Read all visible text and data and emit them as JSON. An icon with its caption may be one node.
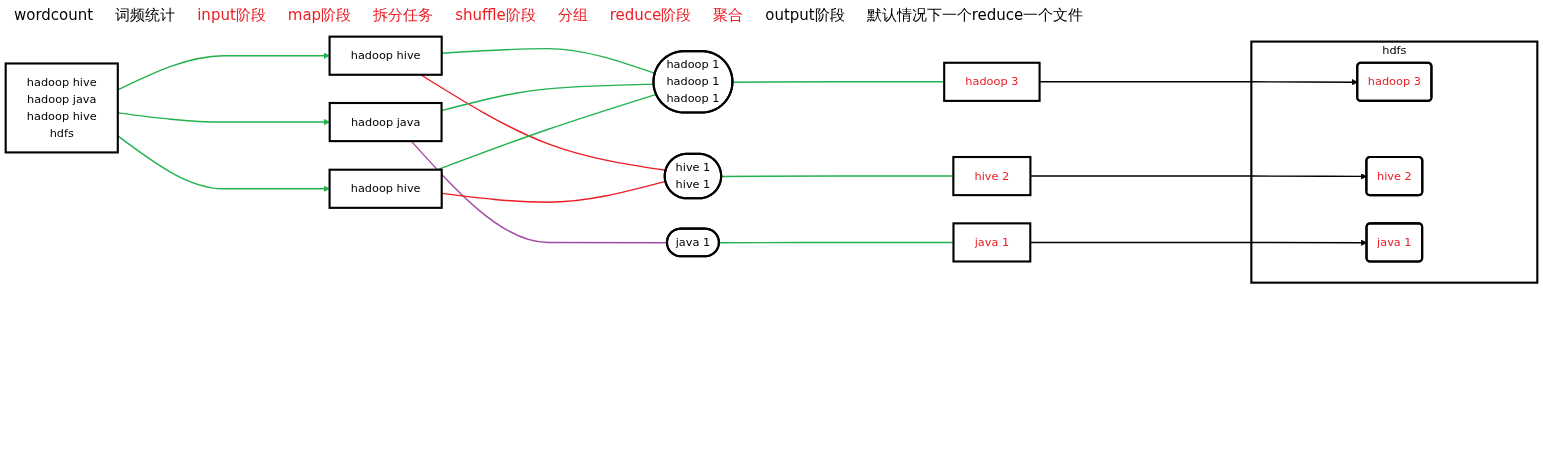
{
  "diagram": {
    "nodes": [
      {
        "text": [
          "hadoop hive",
          "hadoop java",
          "hadoop hive",
          "hdfs"
        ]
      },
      {
        "text": [
          "hadoop hive"
        ]
      },
      {
        "text": [
          "hadoop java"
        ]
      },
      {
        "text": [
          "hadoop hive"
        ]
      },
      {
        "text": [
          "hadoop 1",
          "hadoop 1",
          "hadoop 1"
        ]
      },
      {
        "text": [
          "hive 1",
          "hive 1"
        ]
      },
      {
        "text": [
          "java 1"
        ]
      },
      {
        "text": [
          "hadoop 3"
        ]
      },
      {
        "text": [
          "hive 2"
        ]
      },
      {
        "text": [
          "java 1"
        ]
      },
      {
        "text": [
          "hdfs"
        ]
      },
      {
        "text": [
          "hadoop 3"
        ],
        "in": 10
      },
      {
        "text": [
          "hive 2"
        ],
        "in": 10
      },
      {
        "text": [
          "java 1"
        ],
        "in": 10
      }
    ],
    "edges": [
      {
        "from": 0,
        "to": 1,
        "arrow": "to"
      },
      {
        "from": 0,
        "to": 2,
        "arrow": "to"
      },
      {
        "from": 0,
        "to": 3,
        "arrow": "to"
      },
      {
        "from": 1,
        "to": 4,
        "arrow": "none"
      },
      {
        "from": 1,
        "to": 5,
        "arrow": "none",
        "color": "#ed1c24"
      },
      {
        "from": 2,
        "to": 4,
        "arrow": "none"
      },
      {
        "from": 2,
        "to": 6,
        "arrow": "none",
        "color": "#a349a4"
      },
      {
        "from": 3,
        "to": 4,
        "arrow": "none"
      },
      {
        "from": 3,
        "to": 5,
        "arrow": "none",
        "color": "#ed1c24"
      },
      {
        "from": 4,
        "to": 7,
        "arrow": "none"
      },
      {
        "from": 5,
        "to": 8,
        "arrow": "none"
      },
      {
        "from": 6,
        "to": 9,
        "arrow": "none"
      },
      {
        "from": 7,
        "to": 11,
        "arrow": "to",
        "color": "#000000"
      },
      {
        "from": 8,
        "to": 12,
        "arrow": "to",
        "color": "#000000"
      },
      {
        "from": 9,
        "to": 13,
        "arrow": "to",
        "color": "#000000"
      }
    ],
    "labels": [
      "wordcount",
      "词频统计",
      "input阶段",
      "map阶段",
      "拆分任务",
      "shuffle阶段",
      "分组",
      "reduce阶段",
      "聚合",
      "output阶段",
      "默认情况下一个reduce一个文件"
    ]
  }
}
